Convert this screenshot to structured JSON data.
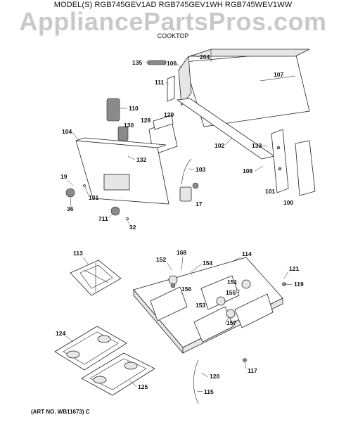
{
  "header": {
    "models": "MODEL(S) RGB745GEV1AD  RGB745GEV1WH  RGB745WEV1WW",
    "watermark": "AppliancePartsPros.com",
    "section": "COOKTOP"
  },
  "parts": {
    "p204": "204",
    "p135": "135",
    "p106": "106",
    "p107": "107",
    "p111": "111",
    "p110": "110",
    "p128": "128",
    "p129": "129",
    "p130": "130",
    "p104": "104",
    "p102": "102",
    "p133": "133",
    "p132": "132",
    "p103": "103",
    "p108": "108",
    "p19": "19",
    "p131": "131",
    "p101": "101",
    "p100": "100",
    "p17": "17",
    "p36": "36",
    "p711": "711",
    "p32": "32",
    "p113": "113",
    "p168": "168",
    "p114": "114",
    "p152": "152",
    "p154": "154",
    "p121": "121",
    "p151": "151",
    "p119": "119",
    "p156": "156",
    "p155": "155",
    "p153": "153",
    "p157": "157",
    "p124": "124",
    "p117": "117",
    "p120": "120",
    "p125": "125",
    "p115": "115"
  },
  "footer": {
    "art_no": "(ART NO. WB11673) C"
  }
}
